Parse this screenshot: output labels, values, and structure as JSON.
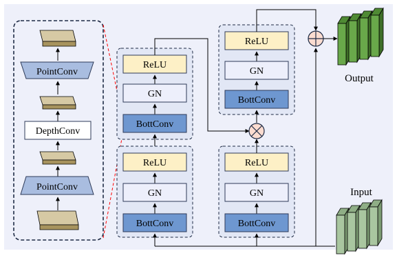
{
  "colors": {
    "panel_bg": "#eef0fa",
    "group_bg": "#e2e7f5",
    "dash_border": "#1d2a44",
    "relu_fill": "#fdf0c6",
    "gn_fill": "#edeffb",
    "bottconv_fill": "#6e97d0",
    "pointconv_fill": "#a9bde0",
    "depthconv_fill": "#ffffff",
    "slab_top": "#d6c9a4",
    "slab_side": "#a7935e",
    "output_green": "#69a84a",
    "input_green": "#a9c6a0",
    "op_circle_fill": "#fbdcd0",
    "zoom_line": "#ff0000"
  },
  "detail": {
    "pointconv_top": "PointConv",
    "depthconv": "DepthConv",
    "pointconv_bottom": "PointConv"
  },
  "block_upper_left": {
    "top": "ReLU",
    "mid": "GN",
    "bottom": "BottConv"
  },
  "block_lower_left": {
    "top": "ReLU",
    "mid": "GN",
    "bottom": "BottConv"
  },
  "block_upper_right": {
    "top": "ReLU",
    "mid": "GN",
    "bottom": "BottConv"
  },
  "block_lower_right": {
    "top": "ReLU",
    "mid": "GN",
    "bottom": "BottConv"
  },
  "labels": {
    "output": "Output",
    "input": "Input"
  },
  "icons": {
    "add_op": "circle-plus-icon",
    "mul_op": "circle-times-icon",
    "input_tensor": "stacked-feature-maps-icon",
    "output_tensor": "stacked-feature-maps-icon",
    "feature_slab": "feature-slab-icon"
  }
}
